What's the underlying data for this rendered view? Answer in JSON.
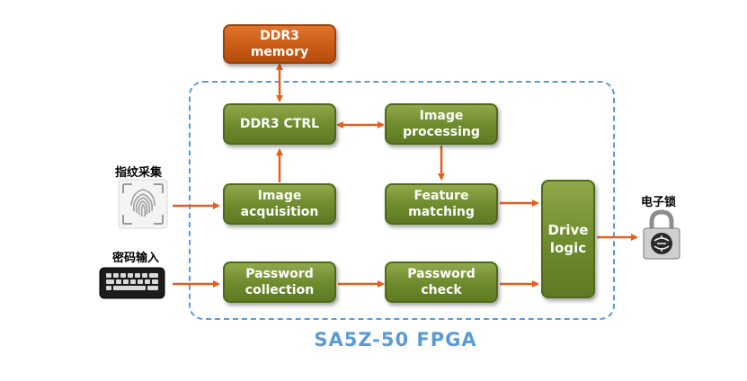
{
  "diagram": {
    "boundary_label": "SA5Z-50 FPGA",
    "blocks": {
      "ddr3_memory": [
        "DDR3",
        "memory"
      ],
      "ddr3_ctrl": [
        "DDR3 CTRL"
      ],
      "image_processing": [
        "Image",
        "processing"
      ],
      "image_acquisition": [
        "Image",
        "acquisition"
      ],
      "feature_matching": [
        "Feature",
        "matching"
      ],
      "password_collection": [
        "Password",
        "collection"
      ],
      "password_check": [
        "Password",
        "check"
      ],
      "drive_logic": [
        "Drive",
        "logic"
      ]
    },
    "inputs": {
      "fingerprint_label": "指纹采集",
      "password_label": "密码输入"
    },
    "output": {
      "lock_label": "电子锁"
    },
    "colors": {
      "block_green": "#6d8a2c",
      "block_orange": "#c85a14",
      "arrow": "#e2601c",
      "boundary": "#5b9bd5"
    },
    "icons": {
      "fingerprint": "fingerprint-icon",
      "keyboard": "keyboard-icon",
      "lock": "padlock-icon"
    }
  }
}
